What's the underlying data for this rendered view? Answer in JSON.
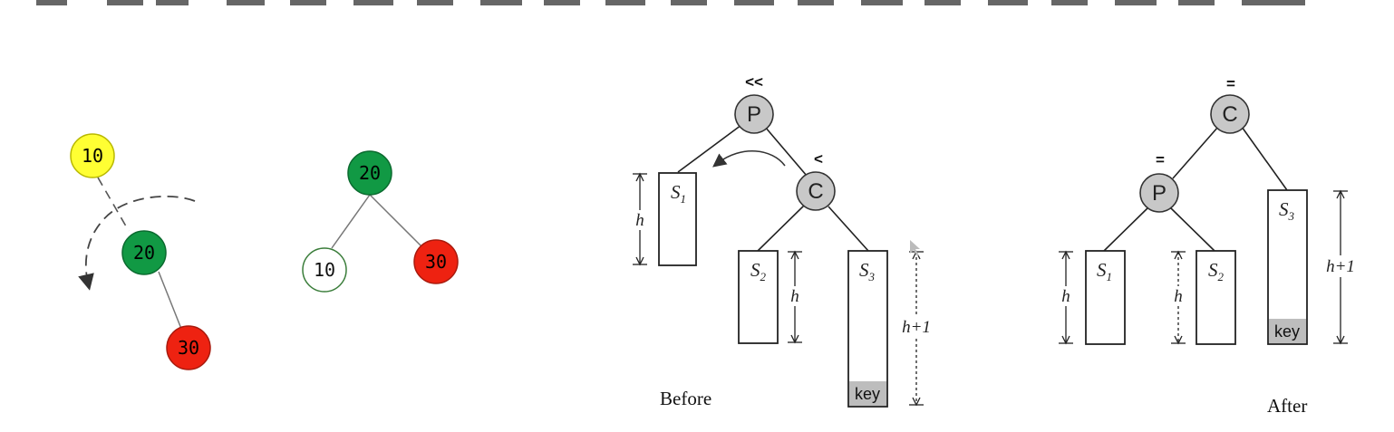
{
  "left_tree_before": {
    "nodes": [
      {
        "label": "10",
        "color": "#ffff33"
      },
      {
        "label": "20",
        "color": "#119944"
      },
      {
        "label": "30",
        "color": "#ee2211"
      }
    ]
  },
  "left_tree_after": {
    "nodes": [
      {
        "label": "20",
        "color": "#119944"
      },
      {
        "label": "10",
        "color": "#ffffff"
      },
      {
        "label": "30",
        "color": "#ee2211"
      }
    ]
  },
  "before": {
    "caption": "Before",
    "p_label": "P",
    "c_label": "C",
    "p_balance": "<<",
    "c_balance": "<",
    "s1": "S",
    "s1_sub": "1",
    "s2": "S",
    "s2_sub": "2",
    "s3": "S",
    "s3_sub": "3",
    "h1": "h",
    "h2": "h",
    "h3": "h+1",
    "key": "key"
  },
  "after": {
    "caption": "After",
    "c_label": "C",
    "p_label": "P",
    "c_balance": "=",
    "p_balance": "=",
    "s1": "S",
    "s1_sub": "1",
    "s2": "S",
    "s2_sub": "2",
    "s3": "S",
    "s3_sub": "3",
    "h1": "h",
    "h2": "h",
    "h3": "h+1",
    "key": "key"
  },
  "colors": {
    "node_gray": "#c8c8c8",
    "key_gray": "#bdbdbd"
  }
}
